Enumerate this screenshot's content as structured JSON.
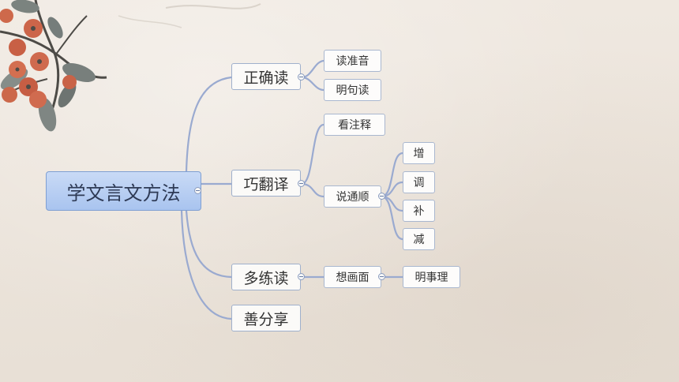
{
  "mindmap": {
    "root": "学文言文方法",
    "branches": [
      {
        "label": "正确读",
        "children": [
          "读准音",
          "明句读"
        ]
      },
      {
        "label": "巧翻译",
        "children": [
          "看注释",
          "说通顺"
        ],
        "subchildren": [
          "增",
          "调",
          "补",
          "减"
        ]
      },
      {
        "label": "多练读",
        "children": [
          "想画面"
        ],
        "subchildren": [
          "明事理"
        ]
      },
      {
        "label": "善分享"
      }
    ]
  },
  "colors": {
    "root_fill": "#b7cdf2",
    "connector": "#9aaad0",
    "berries": "#c8573a",
    "leaves": "#6f7875"
  }
}
